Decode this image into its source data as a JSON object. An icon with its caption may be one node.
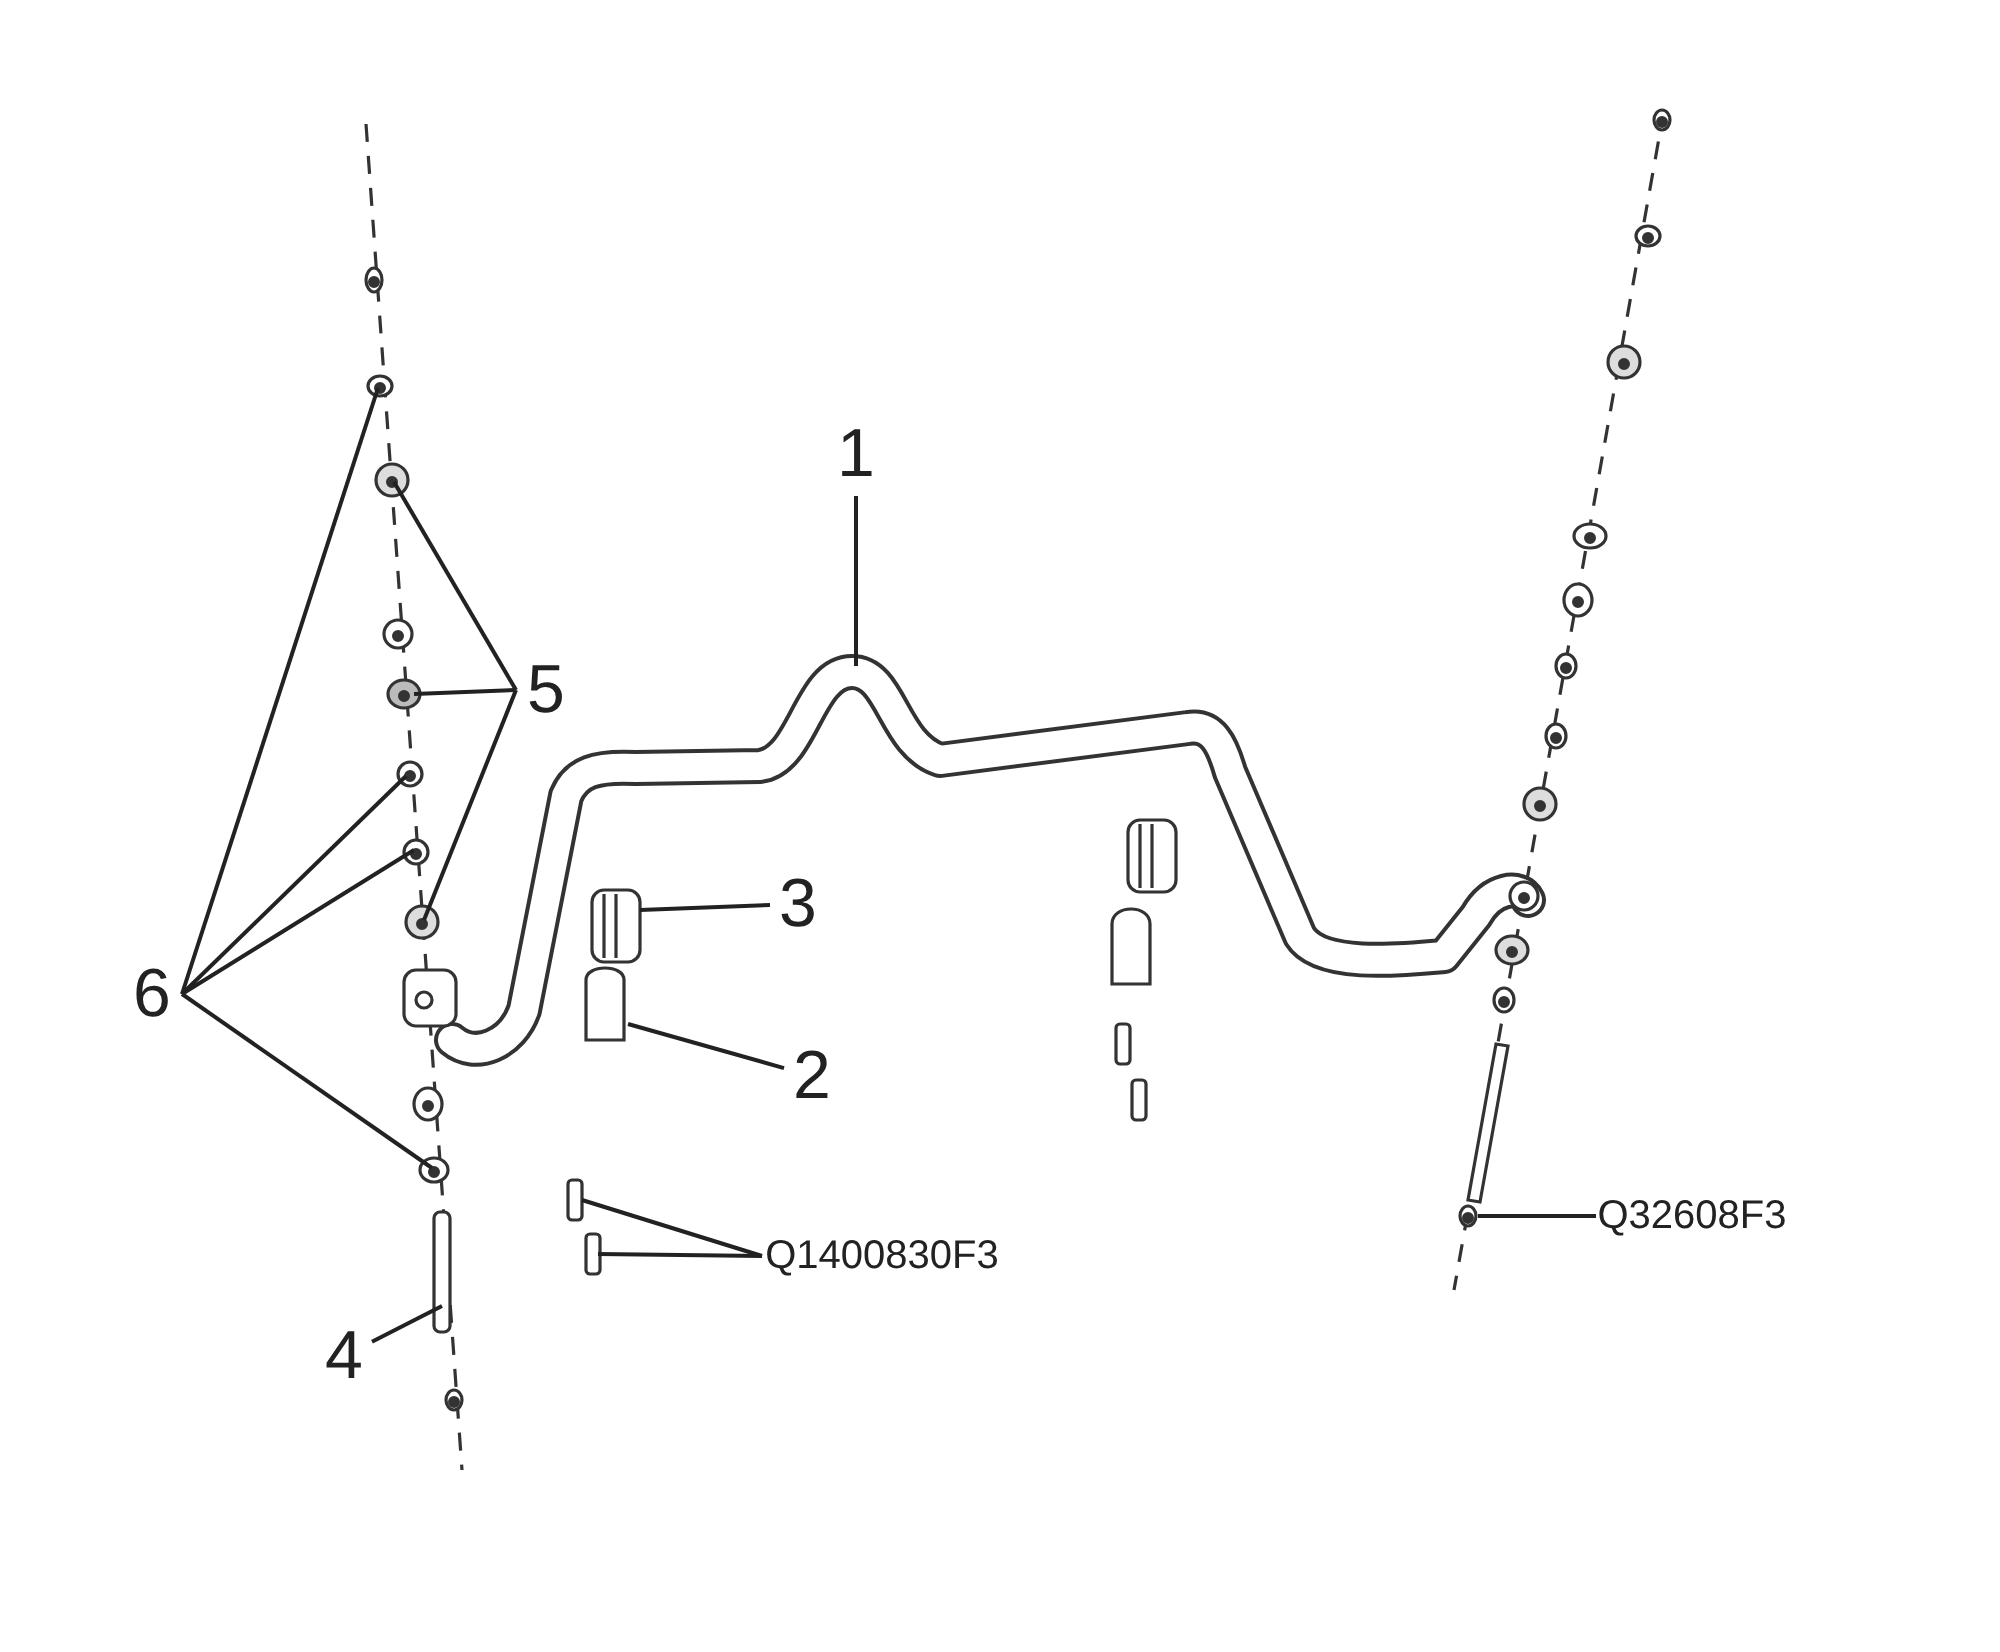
{
  "diagram": {
    "nodes": [
      {
        "text": [
          "1"
        ]
      },
      {
        "text": [
          "5"
        ]
      },
      {
        "text": [
          "6"
        ]
      },
      {
        "text": [
          "3"
        ]
      },
      {
        "text": [
          "2"
        ]
      },
      {
        "text": [
          "Q1400830F3"
        ]
      },
      {
        "text": [
          "4"
        ]
      },
      {
        "text": [
          "Q32608F3"
        ]
      }
    ],
    "edges": [
      {
        "from": 0,
        "to": null,
        "arrow": "none"
      },
      {
        "from": 1,
        "to": null,
        "arrow": "none"
      },
      {
        "from": 1,
        "to": null,
        "arrow": "none"
      },
      {
        "from": 1,
        "to": null,
        "arrow": "none"
      },
      {
        "from": 2,
        "to": null,
        "arrow": "none"
      },
      {
        "from": 2,
        "to": null,
        "arrow": "none"
      },
      {
        "from": 2,
        "to": null,
        "arrow": "none"
      },
      {
        "from": 2,
        "to": null,
        "arrow": "none"
      },
      {
        "from": 3,
        "to": null,
        "arrow": "none"
      },
      {
        "from": 4,
        "to": null,
        "arrow": "none"
      },
      {
        "from": 5,
        "to": null,
        "arrow": "none"
      },
      {
        "from": 5,
        "to": null,
        "arrow": "none"
      },
      {
        "from": 6,
        "to": null,
        "arrow": "none"
      },
      {
        "from": 7,
        "to": null,
        "arrow": "none"
      }
    ]
  }
}
